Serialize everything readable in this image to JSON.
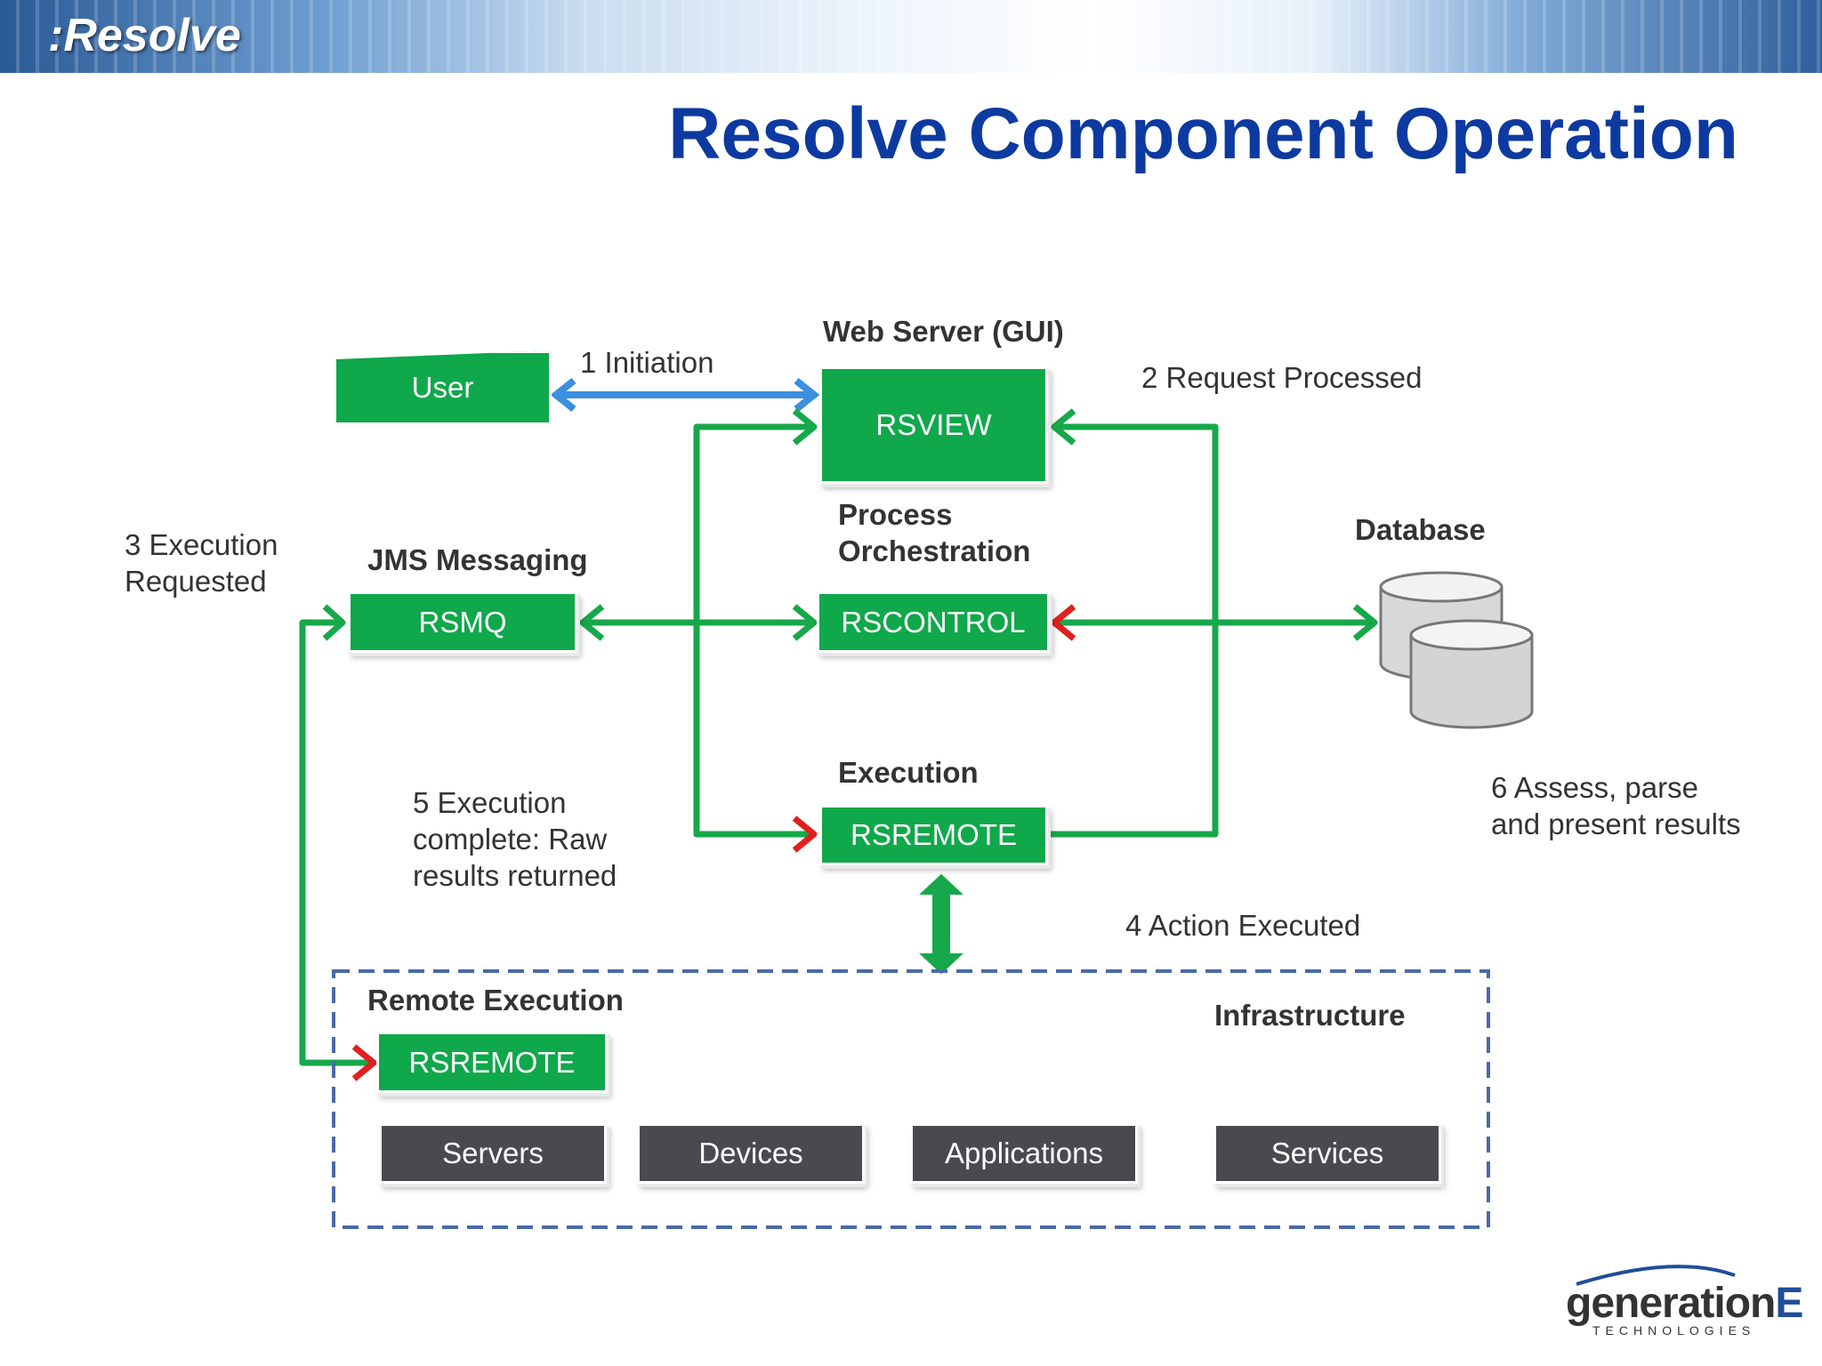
{
  "header": {
    "brand": ":Resolve",
    "title": "Resolve Component Operation"
  },
  "labels": {
    "web_server": "Web Server (GUI)",
    "process_orchestration_1": "Process",
    "process_orchestration_2": "Orchestration",
    "jms_messaging": "JMS Messaging",
    "database": "Database",
    "execution": "Execution",
    "remote_execution": "Remote Execution",
    "infrastructure": "Infrastructure"
  },
  "steps": {
    "s1": "1  Initiation",
    "s2": "2  Request Processed",
    "s3_line1": "3  Execution",
    "s3_line2": "Requested",
    "s4": "4  Action Executed",
    "s5_line1": "5  Execution",
    "s5_line2": "complete: Raw",
    "s5_line3": "results returned",
    "s6_line1": "6  Assess, parse",
    "s6_line2": "and present results"
  },
  "boxes": {
    "user": "User",
    "rsview": "RSVIEW",
    "rsmq": "RSMQ",
    "rscontrol": "RSCONTROL",
    "rsremote_exec": "RSREMOTE",
    "rsremote_remote": "RSREMOTE"
  },
  "infrastructure_items": [
    "Servers",
    "Devices",
    "Applications",
    "Services"
  ],
  "logo": {
    "main": "generation",
    "accent": "E",
    "sub": "TECHNOLOGIES"
  },
  "colors": {
    "green": "#0fa84a",
    "arrow_green": "#16a84a",
    "blue_arrow": "#3b8fe0",
    "red_tip": "#e0201e",
    "dark_box": "#4a4a4e",
    "dash_border": "#4a6aa8",
    "title_blue": "#0d3aa0"
  }
}
